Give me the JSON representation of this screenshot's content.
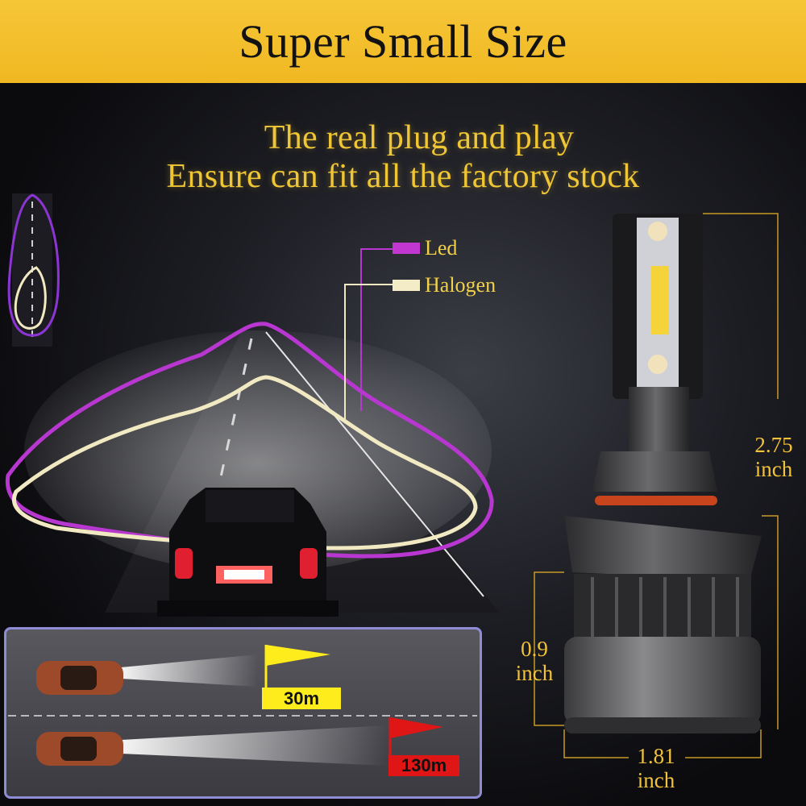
{
  "banner": {
    "title": "Super Small Size"
  },
  "headline": {
    "line1": "The real plug and play",
    "line2": "Ensure can fit all the factory stock"
  },
  "legend": {
    "led": {
      "label": "Led",
      "color": "#c237cf"
    },
    "halogen": {
      "label": "Halogen",
      "color": "#f4ecc6"
    }
  },
  "dimensions": {
    "height": {
      "value": "2.75",
      "unit": "inch"
    },
    "width_small": {
      "value": "0.9",
      "unit": "inch"
    },
    "width_big": {
      "value": "1.81",
      "unit": "inch"
    }
  },
  "comparison": {
    "halogen_distance": "30m",
    "led_distance": "130m",
    "halogen_flag_color": "#ffec1c",
    "led_flag_color": "#e01616"
  },
  "colors": {
    "banner": "#f3bf2d",
    "accent_text": "#efc634",
    "dimension_lines": "#c79a25"
  }
}
